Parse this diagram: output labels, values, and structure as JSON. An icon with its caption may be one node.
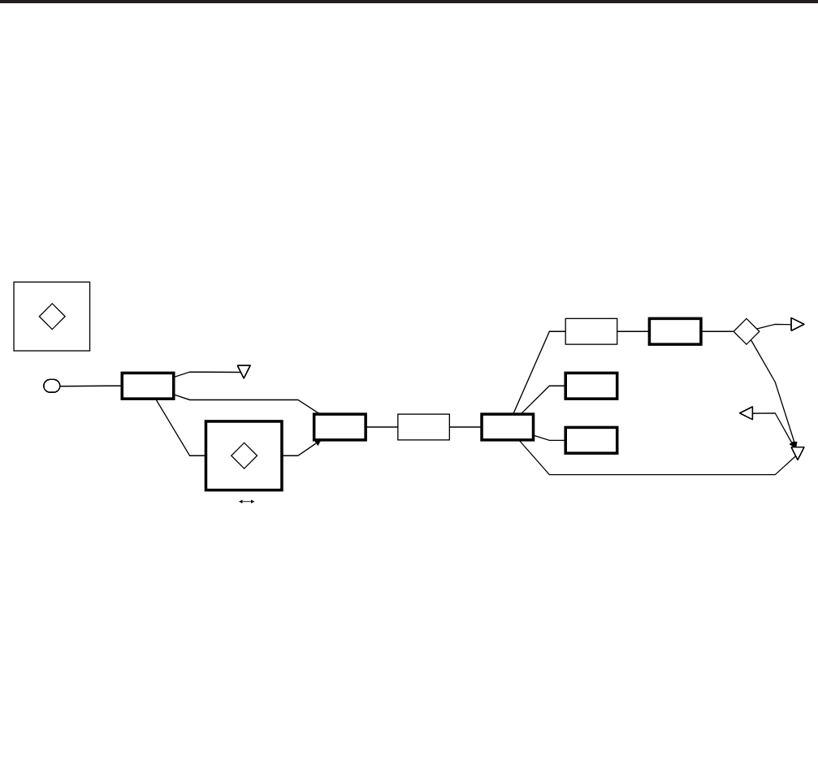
{
  "diagram": {
    "nodes": [
      {
        "text": [],
        "shape": "stadium"
      },
      {
        "text": [],
        "shape": "box"
      },
      {
        "text": [],
        "shape": "triangle"
      },
      {
        "text": [],
        "shape": "box"
      },
      {
        "text": [],
        "shape": "diamond",
        "in": 3
      },
      {
        "text": [],
        "shape": "box"
      },
      {
        "text": [],
        "shape": "box"
      },
      {
        "text": [],
        "shape": "box"
      },
      {
        "text": [],
        "shape": "box"
      },
      {
        "text": [],
        "shape": "box"
      },
      {
        "text": [],
        "shape": "diamond"
      },
      {
        "text": [],
        "shape": "triangle"
      },
      {
        "text": [],
        "shape": "triangle"
      },
      {
        "text": [],
        "shape": "box"
      },
      {
        "text": [],
        "shape": "box"
      },
      {
        "text": [],
        "shape": "triangle"
      },
      {
        "text": [],
        "shape": "box"
      },
      {
        "text": [],
        "shape": "diamond",
        "in": 16
      }
    ],
    "edges": [
      {
        "from": 0,
        "to": 1,
        "arrow": "none"
      },
      {
        "from": 1,
        "to": 2,
        "arrow": "none"
      },
      {
        "from": 1,
        "to": 3,
        "arrow": "none"
      },
      {
        "from": 1,
        "to": 5,
        "arrow": "none"
      },
      {
        "from": 3,
        "to": 5,
        "arrow": "to"
      },
      {
        "from": 5,
        "to": 6,
        "arrow": "none"
      },
      {
        "from": 6,
        "to": 7,
        "arrow": "none"
      },
      {
        "from": 7,
        "to": 8,
        "arrow": "none"
      },
      {
        "from": 7,
        "to": 13,
        "arrow": "none"
      },
      {
        "from": 7,
        "to": 14,
        "arrow": "none"
      },
      {
        "from": 7,
        "to": 15,
        "arrow": "none"
      },
      {
        "from": 8,
        "to": 9,
        "arrow": "none"
      },
      {
        "from": 9,
        "to": 10,
        "arrow": "none"
      },
      {
        "from": 10,
        "to": 11,
        "arrow": "none"
      },
      {
        "from": 10,
        "to": 15,
        "arrow": "to"
      },
      {
        "from": 12,
        "to": 15,
        "arrow": "to"
      }
    ]
  }
}
